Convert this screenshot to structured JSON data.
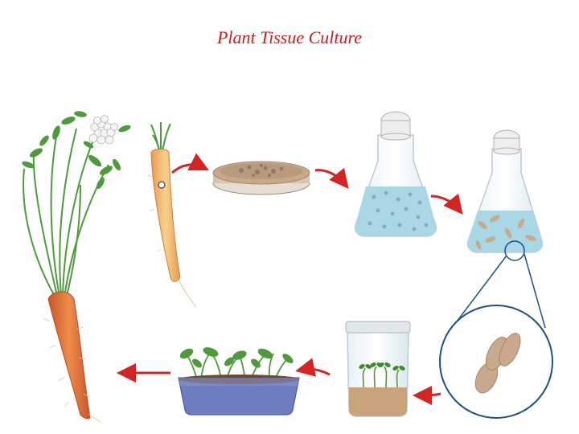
{
  "title": "Plant Tissue Culture",
  "colors": {
    "title": "#d11a1a",
    "arrow": "#d42424",
    "carrot_orange": "#e2743a",
    "carrot_green": "#4f9a3c",
    "liquid": "#a9d7e6",
    "callus": "#c8a98d",
    "soil": "#b48656",
    "tray": "#6d7dbf"
  },
  "steps": [
    {
      "id": "mature-carrot-plant"
    },
    {
      "id": "root-explant"
    },
    {
      "id": "callus-petri-dish"
    },
    {
      "id": "cell-suspension-flask"
    },
    {
      "id": "embryo-flask"
    },
    {
      "id": "somatic-embryo-closeup"
    },
    {
      "id": "plantlet-jar"
    },
    {
      "id": "seedling-tray"
    }
  ]
}
